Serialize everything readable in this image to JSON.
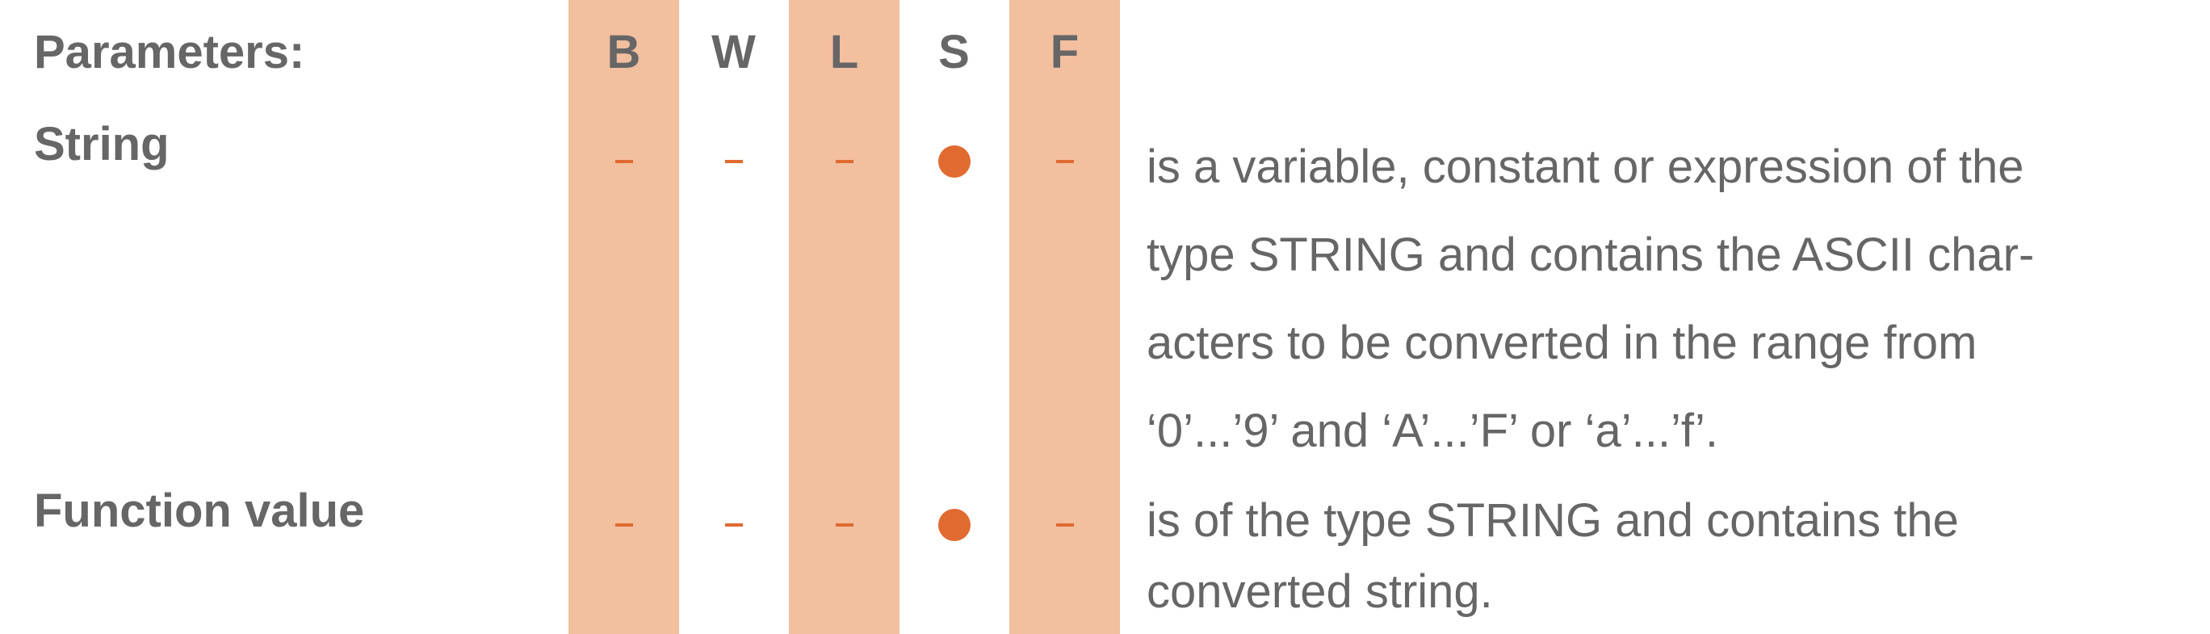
{
  "header": {
    "parameters_label": "Parameters:",
    "columns": [
      "B",
      "W",
      "L",
      "S",
      "F"
    ]
  },
  "colors": {
    "stripe": "#f2bf9f",
    "marker": "#e06a30",
    "text": "#666666"
  },
  "rows": [
    {
      "name": "String",
      "cells": [
        "dash",
        "dash",
        "dash",
        "dot",
        "dash"
      ],
      "description_lines": [
        "is a variable, constant or expression of the",
        "type STRING and contains the ASCII char-",
        "acters to be converted in the range from",
        "‘0’...’9’ and ‘A’...’F’ or ‘a’...’f’."
      ]
    },
    {
      "name": "Function value",
      "cells": [
        "dash",
        "dash",
        "dash",
        "dot",
        "dash"
      ],
      "description_lines": [
        "is of the type STRING and contains the",
        "converted string."
      ]
    }
  ]
}
